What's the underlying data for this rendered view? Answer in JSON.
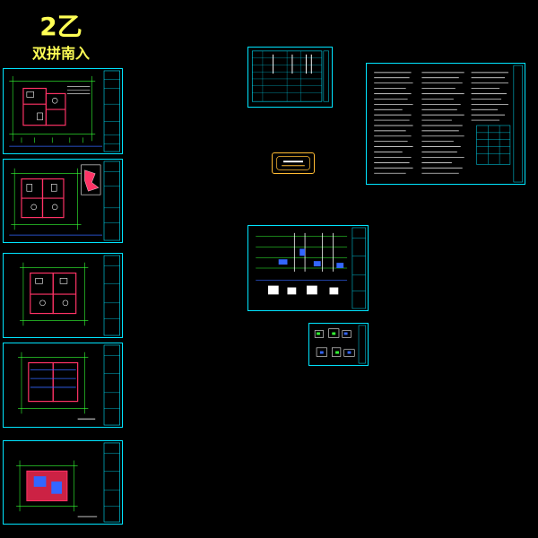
{
  "drawing": {
    "title": "2乙",
    "subtitle": "双拼南入"
  },
  "colors": {
    "background": "#000000",
    "sheet_frame": "#00e5ff",
    "heading": "#ffff55",
    "wall": "#ff3366",
    "axis": "#33ff33",
    "fixture": "#ffffff",
    "detail": "#3366ff",
    "stamp": "#ffbb33"
  },
  "sheets": [
    {
      "id": "plan-1",
      "kind": "floor-plan"
    },
    {
      "id": "plan-2",
      "kind": "floor-plan-with-site"
    },
    {
      "id": "plan-3",
      "kind": "floor-plan"
    },
    {
      "id": "plan-4",
      "kind": "floor-plan"
    },
    {
      "id": "plan-5",
      "kind": "roof-plan"
    },
    {
      "id": "drawing-index",
      "kind": "table"
    },
    {
      "id": "design-notes",
      "kind": "text-sheet"
    },
    {
      "id": "system-diagram",
      "kind": "riser-diagram"
    },
    {
      "id": "details",
      "kind": "detail-sheet"
    }
  ],
  "stamp": {
    "kind": "seal"
  }
}
